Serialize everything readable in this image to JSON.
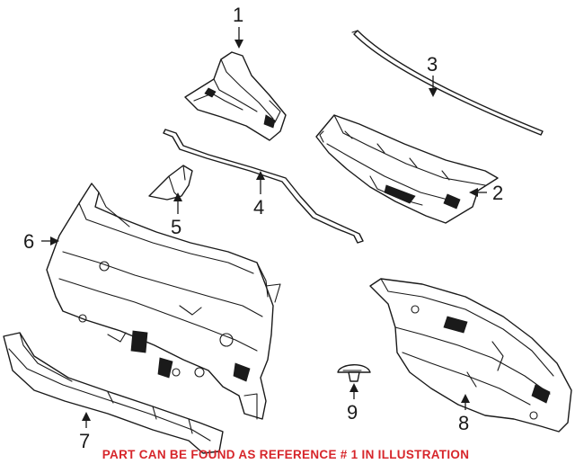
{
  "callouts": {
    "c1": "1",
    "c2": "2",
    "c3": "3",
    "c4": "4",
    "c5": "5",
    "c6": "6",
    "c7": "7",
    "c8": "8",
    "c9": "9"
  },
  "footer": {
    "note": "PART CAN BE FOUND AS REFERENCE # 1 IN ILLUSTRATION",
    "color": "#d7262b"
  },
  "colors": {
    "line": "#1a1a1a",
    "background": "#ffffff"
  }
}
